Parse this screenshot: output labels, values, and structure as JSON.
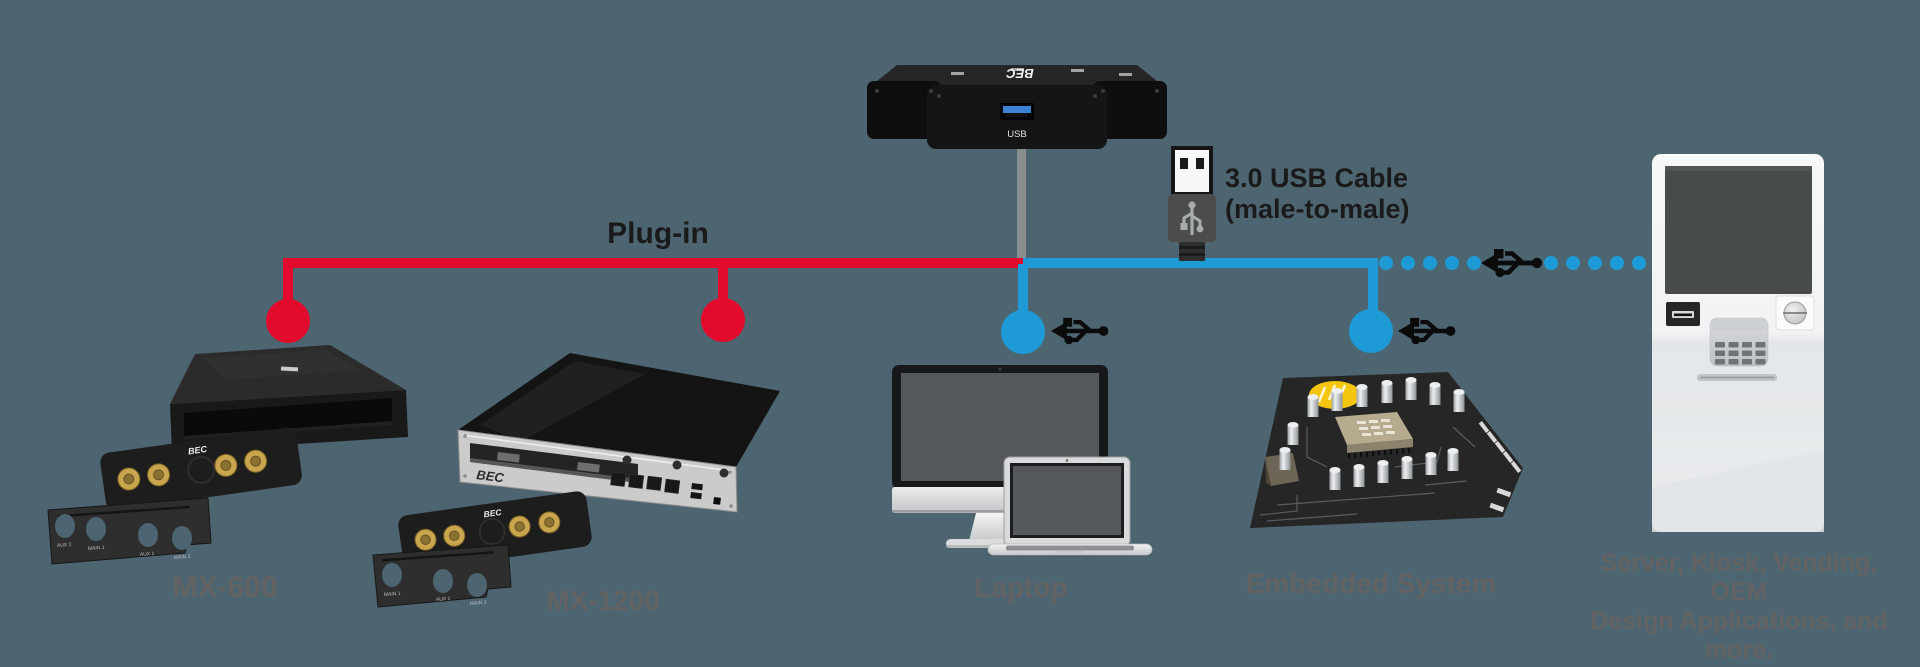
{
  "brand": "BEC",
  "background_color": "#4d6570",
  "colors": {
    "plug_in_line": "#e30b2d",
    "usb_line": "#1e9bd7",
    "usb_cable_gray": "#8a8d8e",
    "device_label_gray": "#636363",
    "annotation_text": "#1a1a1a",
    "sma_gold": "#c9a54e",
    "pcb_highlight_yellow": "#f4c60f"
  },
  "hub": {
    "brand": "BEC",
    "usb_port_label": "USB"
  },
  "annotations": {
    "plug_in": "Plug-in",
    "usb_cable_line1": "3.0 USB Cable",
    "usb_cable_line2": "(male-to-male)"
  },
  "devices": {
    "mx600": {
      "label": "MX-600",
      "bracket_ports": [
        "AUX 2",
        "MAIN 1",
        "AUX 1",
        "MAIN 2"
      ]
    },
    "mx1200": {
      "label": "MX-1200",
      "panel_brand": "BEC",
      "bracket_ports": [
        "MAIN 1",
        "AUX 1",
        "MAIN 2"
      ]
    },
    "laptop": {
      "label": "Laptop"
    },
    "embedded_system": {
      "label": "Embedded System"
    },
    "kiosk": {
      "label_line1": "Server, Kiosk, Vending, OEM",
      "label_line2": "Design Applications, and",
      "label_line3": "more."
    }
  },
  "icons": {
    "usb_trident": "usb-trident-icon",
    "usb_connector": "usb-connector-male-icon"
  }
}
